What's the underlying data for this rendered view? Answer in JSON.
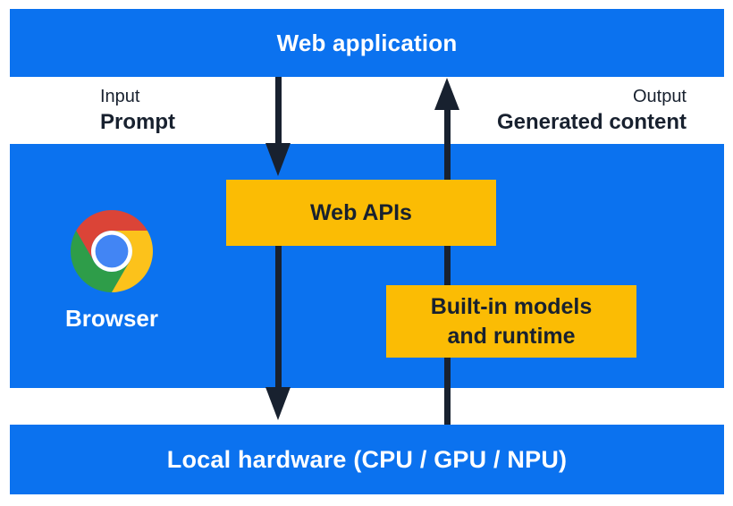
{
  "colors": {
    "brand_blue": "#0b72ef",
    "accent_yellow": "#fbbc04",
    "ink_dark": "#18212f",
    "text_white": "#ffffff",
    "chrome_red": "#db4437",
    "chrome_green": "#2e9d49",
    "chrome_yellow": "#fcc21b",
    "chrome_blue": "#4285f4"
  },
  "diagram": {
    "top_bar": {
      "label": "Web application"
    },
    "io": {
      "input_title": "Input",
      "input_value": "Prompt",
      "output_title": "Output",
      "output_value": "Generated content"
    },
    "browser_band": {
      "browser_label": "Browser",
      "logo_icon": "chrome-logo",
      "web_apis_label": "Web APIs",
      "builtin_line1": "Built-in models",
      "builtin_line2": "and runtime"
    },
    "bottom_bar": {
      "label": "Local hardware (CPU / GPU / NPU)"
    },
    "arrows": {
      "down_arrow_meaning": "prompt flows from web application through Web APIs to local hardware",
      "up_arrow_meaning": "generated content flows from local hardware through built-in models and runtime to web application"
    }
  }
}
